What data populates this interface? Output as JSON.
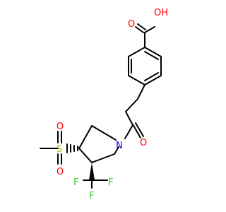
{
  "molecule": {
    "atoms": {
      "carboxyl_o_double": "O",
      "carboxyl_oh": "OH",
      "carbonyl_o": "O",
      "pyrrolidine_n": "N",
      "sulfonyl_s": "S",
      "sulfonyl_o_top": "O",
      "sulfonyl_o_bottom": "O",
      "fluorine_left": "F",
      "fluorine_right": "F",
      "fluorine_bottom": "F"
    },
    "colors": {
      "bond": "#000000",
      "oxygen": "#ff0000",
      "nitrogen": "#0000ff",
      "sulfur": "#b2b200",
      "fluorine": "#33cc33"
    }
  }
}
